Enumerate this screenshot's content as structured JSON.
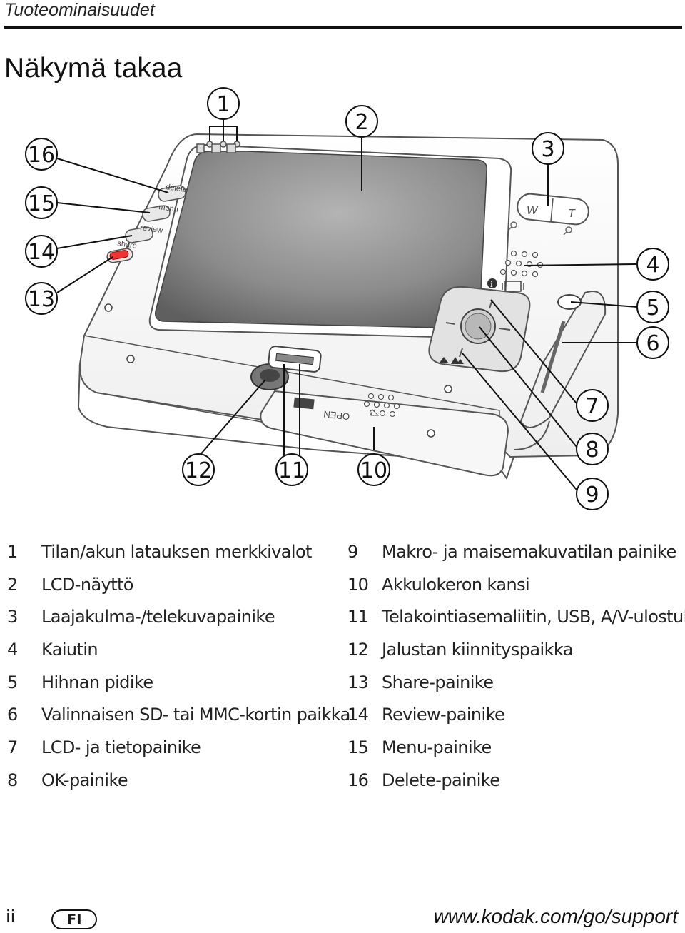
{
  "header": {
    "running_head": "Tuoteominaisuudet"
  },
  "page_title": "Näkymä takaa",
  "figure": {
    "button_labels": [
      "delete",
      "menu",
      "review",
      "share"
    ],
    "door_label": "OPEN",
    "zoom_labels": [
      "W",
      "T"
    ],
    "callouts": [
      "1",
      "2",
      "3",
      "4",
      "5",
      "6",
      "7",
      "8",
      "9",
      "10",
      "11",
      "12",
      "13",
      "14",
      "15",
      "16"
    ]
  },
  "legend": {
    "left": [
      {
        "num": "1",
        "text": "Tilan/akun latauksen merkkivalot"
      },
      {
        "num": "2",
        "text": "LCD-näyttö"
      },
      {
        "num": "3",
        "text": "Laajakulma-/telekuvapainike"
      },
      {
        "num": "4",
        "text": "Kaiutin"
      },
      {
        "num": "5",
        "text": "Hihnan pidike"
      },
      {
        "num": "6",
        "text": "Valinnaisen SD- tai MMC-kortin paikka"
      },
      {
        "num": "7",
        "text": "LCD- ja tietopainike"
      },
      {
        "num": "8",
        "text": "OK-painike"
      }
    ],
    "right": [
      {
        "num": "9",
        "text": "Makro- ja maisemakuvatilan painike"
      },
      {
        "num": "10",
        "text": "Akkulokeron kansi"
      },
      {
        "num": "11",
        "text": "Telakointiasemaliitin, USB, A/V-ulostulo"
      },
      {
        "num": "12",
        "text": "Jalustan kiinnityspaikka"
      },
      {
        "num": "13",
        "text": "Share-painike"
      },
      {
        "num": "14",
        "text": "Review-painike"
      },
      {
        "num": "15",
        "text": "Menu-painike"
      },
      {
        "num": "16",
        "text": "Delete-painike"
      }
    ]
  },
  "footer": {
    "page_number": "ii",
    "language": "FI",
    "url": "www.kodak.com/go/support"
  }
}
